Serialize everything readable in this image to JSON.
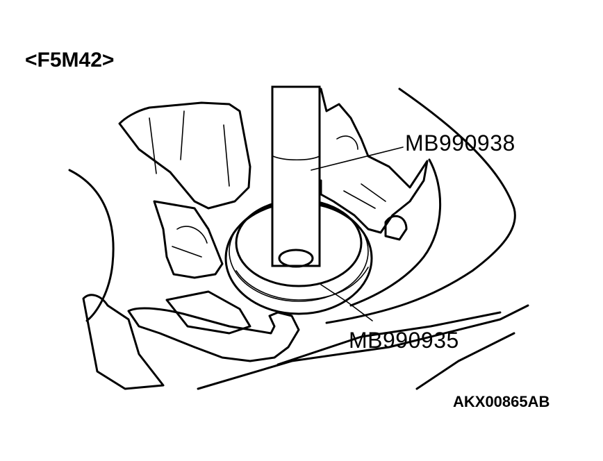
{
  "figure": {
    "variant_label": "<F5M42>",
    "callouts": [
      {
        "text": "MB990938"
      },
      {
        "text": "MB990935"
      }
    ],
    "figure_code": "AKX00865AB"
  }
}
